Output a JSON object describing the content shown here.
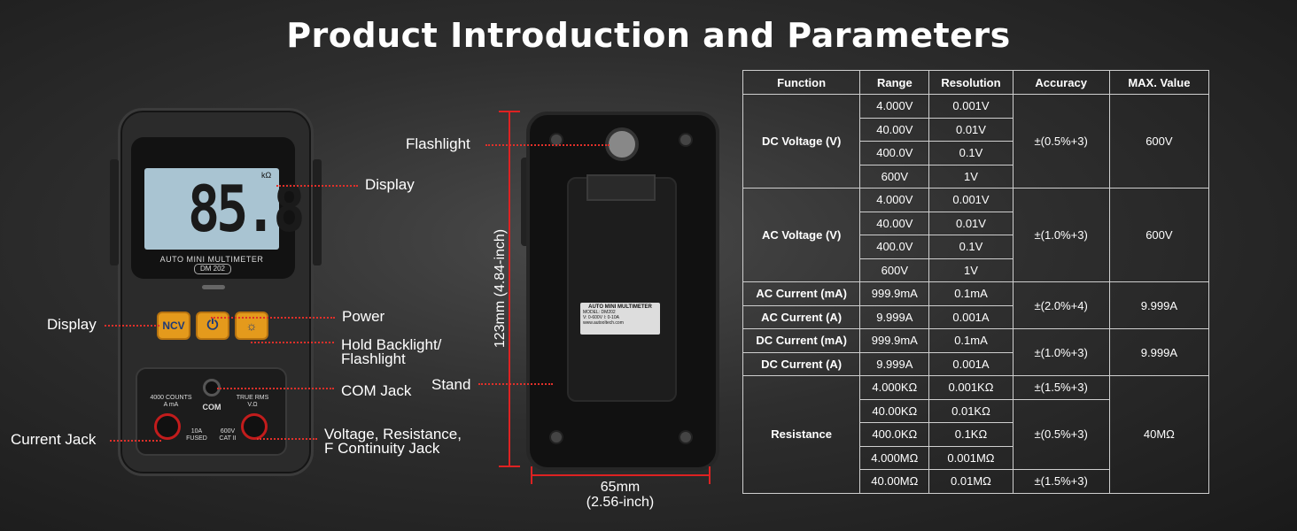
{
  "title": "Product Introduction and Parameters",
  "colors": {
    "accent_red": "#e0302a",
    "button_orange": "#e49a1c",
    "lcd": "#a9c4d2"
  },
  "front": {
    "lcd_value": "85.8",
    "lcd_unit": "kΩ",
    "brand": "AUTO MINI MULTIMETER",
    "model": "DM 202",
    "buttons": {
      "ncv": "NCV",
      "power_icon": "power-icon",
      "light_icon": "backlight-icon"
    },
    "jack_labels": {
      "left": "4000 COUNTS\nA mA",
      "com": "COM",
      "right": "TRUE RMS\nV.Ω",
      "fuse": "10A\nFUSED",
      "cat": "600V\nCAT II"
    }
  },
  "callouts": {
    "display_right": "Display",
    "display_left": "Display",
    "power": "Power",
    "hold_1": "Hold Backlight/",
    "hold_2": "Flashlight",
    "com_jack": "COM Jack",
    "current_jack": "Current Jack",
    "vr_1": "Voltage, Resistance,",
    "vr_2": "F Continuity Jack",
    "flashlight": "Flashlight",
    "stand": "Stand"
  },
  "back": {
    "plate_title": "AUTO MINI MULTIMETER",
    "plate_model": "MODEL: DM202",
    "plate_spec": "V: 0-600V  I: 0-10A",
    "plate_url": "www.autooltech.com"
  },
  "dimensions": {
    "height": "123mm (4.84-inch)",
    "width_1": "65mm",
    "width_2": "(2.56-inch)"
  },
  "table": {
    "headers": [
      "Function",
      "Range",
      "Resolution",
      "Accuracy",
      "MAX. Value"
    ],
    "dc_voltage": {
      "function": "DC Voltage (V)",
      "rows": [
        [
          "4.000V",
          "0.001V"
        ],
        [
          "40.00V",
          "0.01V"
        ],
        [
          "400.0V",
          "0.1V"
        ],
        [
          "600V",
          "1V"
        ]
      ],
      "accuracy": "±(0.5%+3)",
      "max": "600V"
    },
    "ac_voltage": {
      "function": "AC Voltage (V)",
      "rows": [
        [
          "4.000V",
          "0.001V"
        ],
        [
          "40.00V",
          "0.01V"
        ],
        [
          "400.0V",
          "0.1V"
        ],
        [
          "600V",
          "1V"
        ]
      ],
      "accuracy": "±(1.0%+3)",
      "max": "600V"
    },
    "ac_current": {
      "rows": [
        [
          "AC Current (mA)",
          "999.9mA",
          "0.1mA"
        ],
        [
          "AC Current (A)",
          "9.999A",
          "0.001A"
        ]
      ],
      "accuracy": "±(2.0%+4)",
      "max": "9.999A"
    },
    "dc_current": {
      "rows": [
        [
          "DC Current (mA)",
          "999.9mA",
          "0.1mA"
        ],
        [
          "DC Current (A)",
          "9.999A",
          "0.001A"
        ]
      ],
      "accuracy": "±(1.0%+3)",
      "max": "9.999A"
    },
    "resistance": {
      "function": "Resistance",
      "rows": [
        [
          "4.000KΩ",
          "0.001KΩ"
        ],
        [
          "40.00KΩ",
          "0.01KΩ"
        ],
        [
          "400.0KΩ",
          "0.1KΩ"
        ],
        [
          "4.000MΩ",
          "0.001MΩ"
        ],
        [
          "40.00MΩ",
          "0.01MΩ"
        ]
      ],
      "accuracy_1": "±(1.5%+3)",
      "accuracy_2": "±(0.5%+3)",
      "accuracy_3": "±(1.5%+3)",
      "max": "40MΩ"
    }
  }
}
